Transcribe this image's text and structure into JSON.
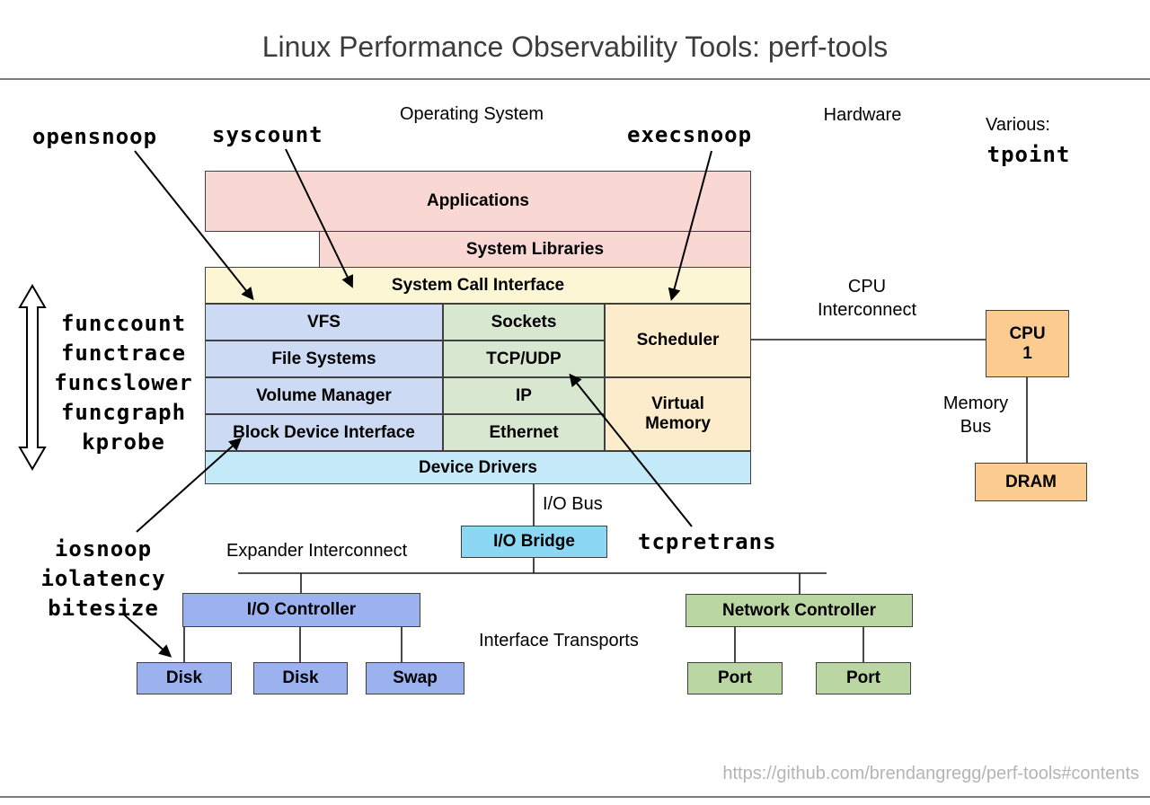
{
  "title": "Linux Performance Observability Tools: perf-tools",
  "headings": {
    "operating_system": "Operating System",
    "hardware": "Hardware",
    "various": "Various:"
  },
  "tools": {
    "opensnoop": "opensnoop",
    "syscount": "syscount",
    "execsnoop": "execsnoop",
    "tpoint": "tpoint",
    "tcpretrans": "tcpretrans",
    "func_group": [
      "funccount",
      "functrace",
      "funcslower",
      "funcgraph",
      "kprobe"
    ],
    "io_group": [
      "iosnoop",
      "iolatency",
      "bitesize"
    ]
  },
  "os": {
    "applications": "Applications",
    "system_libraries": "System Libraries",
    "system_call_interface": "System Call Interface",
    "storage_stack": [
      "VFS",
      "File Systems",
      "Volume Manager",
      "Block Device Interface"
    ],
    "network_stack": [
      "Sockets",
      "TCP/UDP",
      "IP",
      "Ethernet"
    ],
    "scheduler": "Scheduler",
    "virtual_memory": "Virtual Memory",
    "device_drivers": "Device Drivers"
  },
  "hardware_blocks": {
    "cpu_line1": "CPU",
    "cpu_line2": "1",
    "dram": "DRAM"
  },
  "interconnects": {
    "cpu_interconnect_line1": "CPU",
    "cpu_interconnect_line2": "Interconnect",
    "memory_bus_line1": "Memory",
    "memory_bus_line2": "Bus",
    "io_bus": "I/O Bus",
    "expander_interconnect": "Expander Interconnect",
    "interface_transports": "Interface Transports"
  },
  "peripherals": {
    "io_bridge": "I/O Bridge",
    "io_controller": "I/O Controller",
    "network_controller": "Network Controller",
    "disk1": "Disk",
    "disk2": "Disk",
    "swap": "Swap",
    "port1": "Port",
    "port2": "Port"
  },
  "footer": {
    "url": "https://github.com/brendangregg/perf-tools#contents"
  },
  "colors": {
    "applications_pink": "#f9d8d4",
    "syscall_yellow": "#fdf6d5",
    "storage_blue": "#ccdaf3",
    "network_green": "#d8e7d0",
    "memory_cream": "#fdeccb",
    "drivers_cyan": "#c4e9f8",
    "io_bridge_cyan": "#8cd8f4",
    "io_controller_blue": "#9cb2ef",
    "network_controller_green": "#bad6a2",
    "hardware_orange": "#fccb90",
    "footer_gray": "#b4b4b4"
  }
}
